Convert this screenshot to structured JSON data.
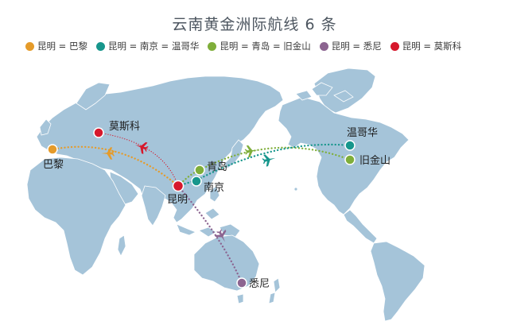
{
  "title": "云南黄金洲际航线 6 条",
  "colors": {
    "orange": "#e59b2a",
    "teal": "#17968c",
    "green": "#7fae3a",
    "purple": "#8c6490",
    "red": "#d6182c",
    "land": "#a5c4d9"
  },
  "legend": [
    {
      "label": "昆明 = 巴黎",
      "color": "#e59b2a"
    },
    {
      "label": "昆明 = 南京 = 温哥华",
      "color": "#17968c"
    },
    {
      "label": "昆明 = 青岛 = 旧金山",
      "color": "#7fae3a"
    },
    {
      "label": "昆明 = 悉尼",
      "color": "#8c6490"
    },
    {
      "label": "昆明 = 莫斯科",
      "color": "#d6182c"
    }
  ],
  "cities": {
    "kunming": "昆明",
    "paris": "巴黎",
    "moscow": "莫斯科",
    "nanjing": "南京",
    "qingdao": "青岛",
    "vancouver": "温哥华",
    "sanfrancisco": "旧金山",
    "sydney": "悉尼"
  },
  "icons": [
    "airplane-icon"
  ]
}
